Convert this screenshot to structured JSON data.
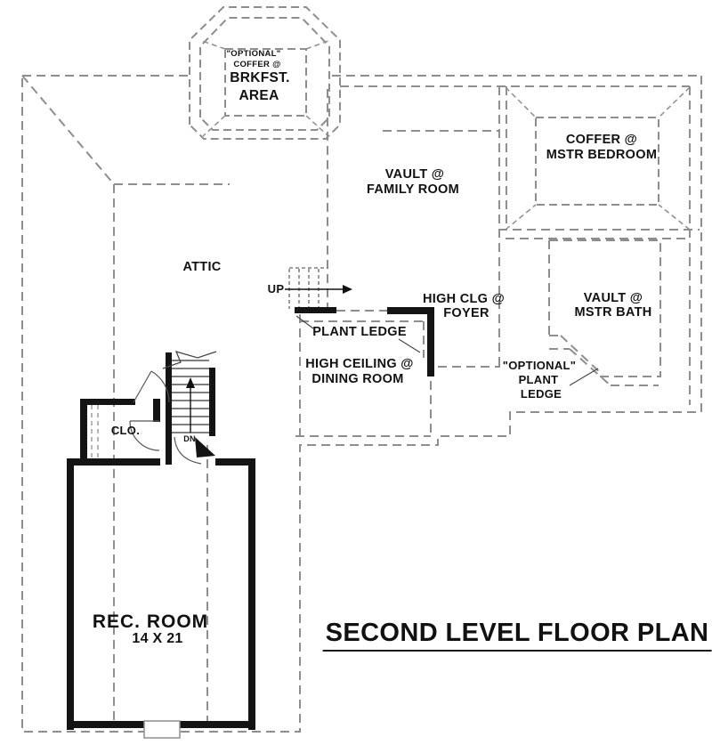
{
  "plan": {
    "title": "SECOND LEVEL FLOOR PLAN",
    "labels": {
      "brkfst_area": {
        "l1": "\"OPTIONAL\"",
        "l2": "COFFER @",
        "l3": "BRKFST.",
        "l4": "AREA"
      },
      "family_room": {
        "l1": "VAULT @",
        "l2": "FAMILY ROOM"
      },
      "mstr_bedroom": {
        "l1": "COFFER @",
        "l2": "MSTR BEDROOM"
      },
      "attic": "ATTIC",
      "stairs_up": "UP",
      "foyer": {
        "l1": "HIGH CLG @",
        "l2": "FOYER"
      },
      "plant_ledge": "PLANT LEDGE",
      "dining_room": {
        "l1": "HIGH CEILING @",
        "l2": "DINING ROOM"
      },
      "mstr_bath": {
        "l1": "VAULT @",
        "l2": "MSTR BATH"
      },
      "optional_plant_ledge": {
        "l1": "\"OPTIONAL\"",
        "l2": "PLANT",
        "l3": "LEDGE"
      },
      "closet": "CLO.",
      "stairs_down": "DN",
      "rec_room": {
        "name": "REC. ROOM",
        "dims": "14 X 21"
      }
    },
    "colors": {
      "dashed_line": "#8e8e8e",
      "wall": "#141414",
      "text": "#111111",
      "background": "#ffffff"
    }
  }
}
